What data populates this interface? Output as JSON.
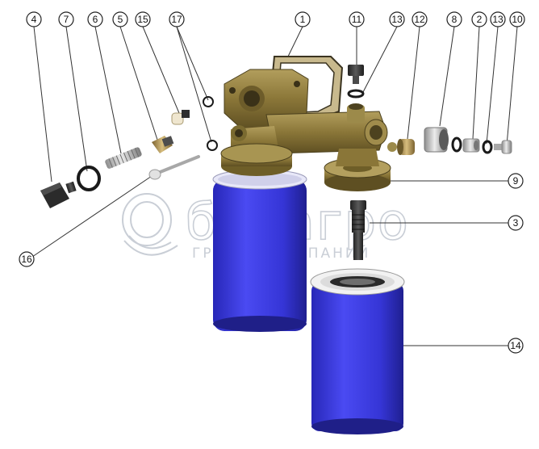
{
  "watermark": {
    "name": "белагро",
    "subtitle": "ГРУППА КОМПАНИЙ"
  },
  "callouts": [
    {
      "id": "c4",
      "label": "4"
    },
    {
      "id": "c7",
      "label": "7"
    },
    {
      "id": "c6",
      "label": "6"
    },
    {
      "id": "c5",
      "label": "5"
    },
    {
      "id": "c15",
      "label": "15"
    },
    {
      "id": "c17",
      "label": "17"
    },
    {
      "id": "c1",
      "label": "1"
    },
    {
      "id": "c11",
      "label": "11"
    },
    {
      "id": "c13a",
      "label": "13"
    },
    {
      "id": "c12",
      "label": "12"
    },
    {
      "id": "c8",
      "label": "8"
    },
    {
      "id": "c2",
      "label": "2"
    },
    {
      "id": "c13b",
      "label": "13"
    },
    {
      "id": "c10",
      "label": "10"
    },
    {
      "id": "c9",
      "label": "9"
    },
    {
      "id": "c3",
      "label": "3"
    },
    {
      "id": "c16",
      "label": "16"
    },
    {
      "id": "c14",
      "label": "14"
    }
  ],
  "colors": {
    "housing": "#8a7638",
    "housing_dark": "#5e4f22",
    "housing_light": "#b8a461",
    "filter_blue": "#3a3ae0",
    "filter_dark": "#22229a",
    "metal": "#c7c7c7",
    "metal_dark": "#6e6e6e",
    "brass": "#b89a55",
    "line": "#333333"
  }
}
